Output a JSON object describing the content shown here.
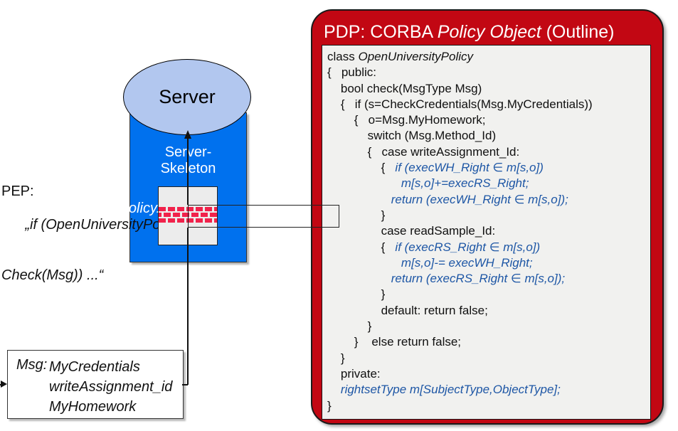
{
  "colors": {
    "pdpRed": "#c20713",
    "skelBlue": "#0071ee",
    "ellipseBlue": "#b2c7ef",
    "brickRed": "#f1224b",
    "codeBlue": "#1d56a5",
    "panelGray": "#f1f1ef"
  },
  "pdp": {
    "title": {
      "prefix": "PDP: CORBA ",
      "em": "Policy Object",
      "suffix": " (Outline)"
    },
    "code_lines": [
      [
        {
          "t": "class ",
          "s": "r"
        },
        {
          "t": "OpenUniversityPolicy",
          "s": "i"
        }
      ],
      [
        {
          "t": "{   public:",
          "s": "r"
        }
      ],
      [
        {
          "t": "    bool check(MsgType Msg)",
          "s": "r"
        }
      ],
      [
        {
          "t": "    {   if (s=CheckCredentials(Msg.MyCredentials))",
          "s": "r"
        }
      ],
      [
        {
          "t": "        {   o=Msg.MyHomework;",
          "s": "r"
        }
      ],
      [
        {
          "t": "            switch (Msg.Method_Id)",
          "s": "r"
        }
      ],
      [
        {
          "t": "            {   case writeAssignment_Id:",
          "s": "r"
        }
      ],
      [
        {
          "t": "                {   ",
          "s": "r"
        },
        {
          "t": "if (execWH_Right ∈ m[s,o])",
          "s": "b"
        }
      ],
      [
        {
          "t": "                      m[s,o]+=execRS_Right;",
          "s": "b"
        }
      ],
      [
        {
          "t": "                   return (execWH_Right ∈ m[s,o]);",
          "s": "b"
        }
      ],
      [
        {
          "t": "                }",
          "s": "r"
        }
      ],
      [
        {
          "t": "                case readSample_Id:",
          "s": "r"
        }
      ],
      [
        {
          "t": "                {   ",
          "s": "r"
        },
        {
          "t": "if (execRS_Right ∈ m[s,o])",
          "s": "b"
        }
      ],
      [
        {
          "t": "                      m[s,o]-= execWH_Right;",
          "s": "b"
        }
      ],
      [
        {
          "t": "                   return (execRS_Right ∈ m[s,o]);",
          "s": "b"
        }
      ],
      [
        {
          "t": "                }",
          "s": "r"
        }
      ],
      [
        {
          "t": "                default: return false;",
          "s": "r"
        }
      ],
      [
        {
          "t": "            }",
          "s": "r"
        }
      ],
      [
        {
          "t": "        }    else return false;",
          "s": "r"
        }
      ],
      [
        {
          "t": "    }",
          "s": "r"
        }
      ],
      [
        {
          "t": "    private:",
          "s": "r"
        }
      ],
      [
        {
          "t": "    ",
          "s": "r"
        },
        {
          "t": "rightsetType m[SubjectType,ObjectType];",
          "s": "b"
        }
      ],
      [
        {
          "t": "}",
          "s": "r"
        }
      ]
    ]
  },
  "server": {
    "label": "Server",
    "skeleton_line1": "Server-",
    "skeleton_line2": "Skeleton"
  },
  "pep": {
    "label": "PEP:",
    "line1": "„if (OpenUniversityPolicy.",
    "line2": "Check(Msg)) ...“"
  },
  "msg": {
    "label": "Msg:",
    "items": [
      "MyCredentials",
      "writeAssignment_id",
      "MyHomework"
    ]
  }
}
